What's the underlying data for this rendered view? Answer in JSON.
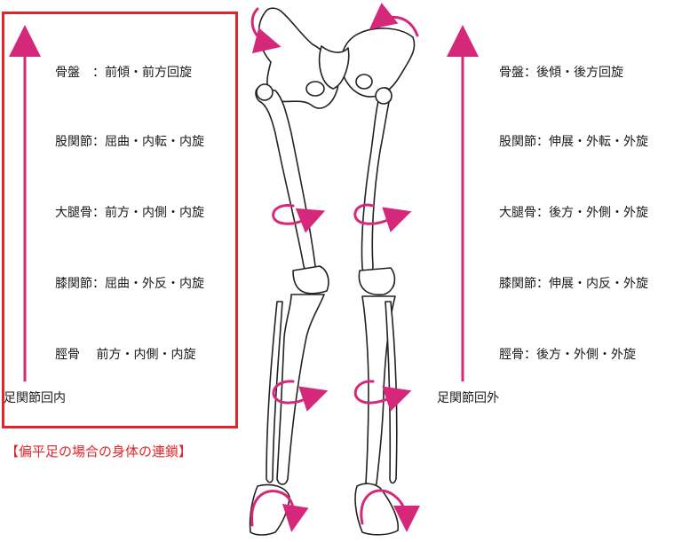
{
  "left_chain": {
    "items": [
      "骨盤　：前傾・前方回旋",
      "股関節：屈曲・内転・内旋",
      "大腿骨：前方・内側・内旋",
      "膝関節：屈曲・外反・内旋",
      "脛骨　 前方・内側・内旋"
    ],
    "bottom_label": "足関節回内"
  },
  "right_chain": {
    "items": [
      "骨盤：後傾・後方回旋",
      "股関節：伸展・外転・外旋",
      "大腿骨：後方・外側・外旋",
      "膝関節：伸展・内反・外旋",
      "脛骨：後方・外側・外旋"
    ],
    "bottom_label": "足関節回外"
  },
  "caption": "【偏平足の場合の身体の連鎖】",
  "colors": {
    "accent": "#d6287a",
    "frame": "#e0262c"
  }
}
